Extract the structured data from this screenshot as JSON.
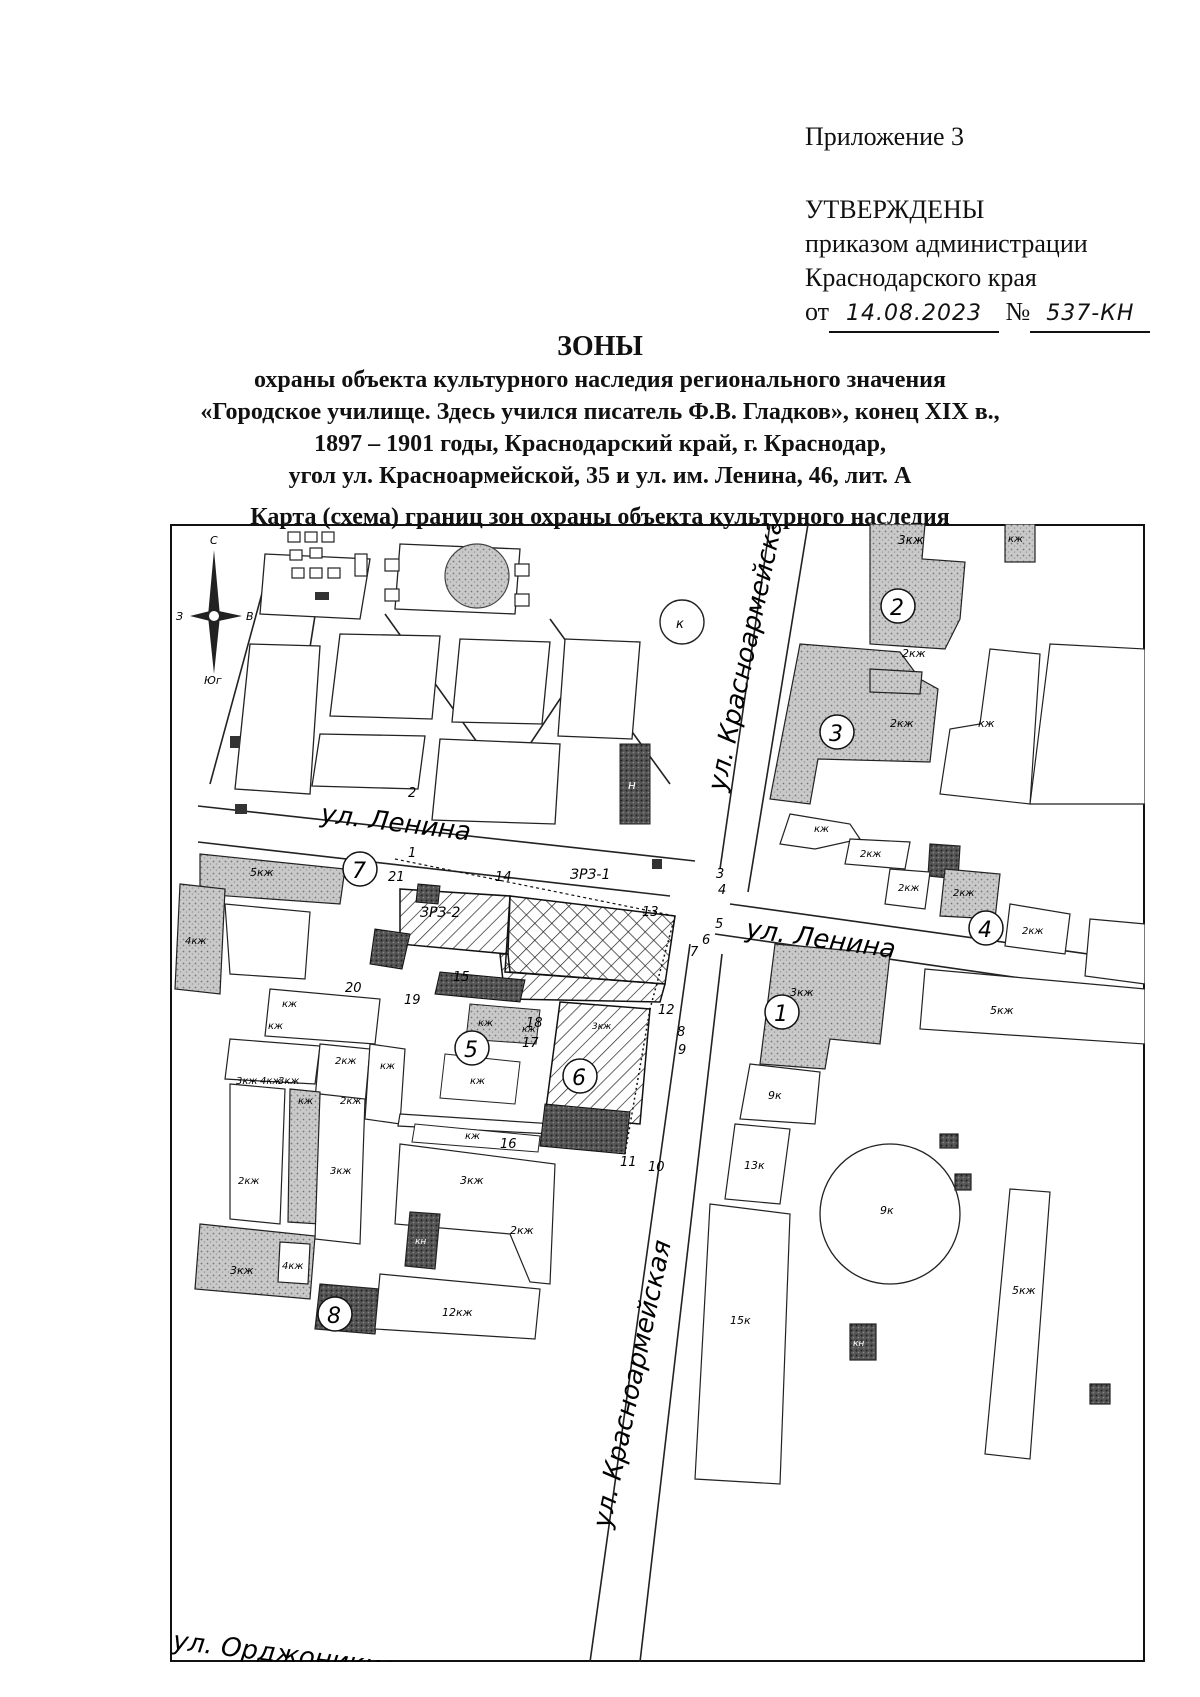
{
  "header": {
    "appendix": "Приложение 3",
    "approved_title": "УТВЕРЖДЕНЫ",
    "approved_line1": "приказом администрации",
    "approved_line2": "Краснодарского края",
    "date_prefix": "от",
    "date_value": "14.08.2023",
    "number_prefix": "№",
    "number_value": "537-КН"
  },
  "title": {
    "heading": "ЗОНЫ",
    "line1": "охраны объекта культурного наследия регионального значения",
    "line2": "«Городское училище. Здесь учился писатель Ф.В. Гладков», конец XIX в.,",
    "line3": "1897 – 1901 годы, Краснодарский край, г. Краснодар,",
    "line4": "угол ул. Красноармейской, 35 и ул. им. Ленина, 46, лит. А",
    "map_caption": "Карта (схема) границ зон охраны объекта культурного наследия"
  },
  "map": {
    "compass": {
      "north": "С",
      "south": "Юг",
      "west": "З",
      "east": "В"
    },
    "streets": {
      "lenina_top": "ул. Ленина",
      "lenina_right": "ул. Ленина",
      "krasnoarm_top": "ул. Красноармейская",
      "krasnoarm_bottom": "ул. Красноармейская",
      "ordzhonikidze": "ул. Орджоникидзе"
    },
    "zones": {
      "zrz1": "ЗРЗ-1",
      "zrz2": "ЗРЗ-2"
    },
    "object_markers": [
      "1",
      "2",
      "3",
      "4",
      "5",
      "6",
      "7",
      "8"
    ],
    "point_labels": [
      "1",
      "2",
      "3",
      "4",
      "5",
      "6",
      "7",
      "8",
      "9",
      "10",
      "11",
      "12",
      "13",
      "14",
      "15",
      "16",
      "17",
      "18",
      "19",
      "20",
      "21"
    ],
    "building_labels": {
      "b3kzh_top": "3кж",
      "b2kzh_a": "2кж",
      "b2kzh_b": "2кж",
      "bkzh_right": "кж",
      "bk_circle": "к",
      "bn": "н",
      "bkzh_corner": "кж",
      "b2kzh_c": "2кж",
      "bkzh_d": "кж",
      "b2kzh_e": "2кж",
      "b2kzh_f": "2кж",
      "b3kzh_1": "3кж",
      "b5kzh_right": "5кж",
      "b9k": "9к",
      "b13k": "13к",
      "b9k_circle": "9к",
      "b5kzh_far": "5кж",
      "b15k": "15к",
      "bkn_a": "кн",
      "b5kzh_left": "5кж",
      "b4kzh_left": "4кж",
      "bkzh_l1": "кж",
      "bkzh_l2": "кж",
      "b2kzh_l": "2кж",
      "bkzh_l3": "кж",
      "b2kzh_l2": "2кж",
      "bkzh_l4": "кж",
      "b3kzh_v": "3кж",
      "b4kzh_v": "4кж",
      "b3kzh_v2": "3кж",
      "b2kzh_v": "2кж",
      "b3kzh_v3": "3кж",
      "b4kzh_v2": "4кж",
      "b3kzh_8": "3кж",
      "b3kzh_c": "3кж",
      "b2kzh_c2": "2кж",
      "bkn_b": "кн",
      "b12kzh": "12кж",
      "bkzh_5": "кж",
      "bkzh_5b": "кж",
      "bkzh_6": "кж",
      "b3kzh_6": "3кж",
      "bkzh_16": "кж",
      "b2kzh_6": "2кж",
      "bkn_c": "кн"
    }
  }
}
